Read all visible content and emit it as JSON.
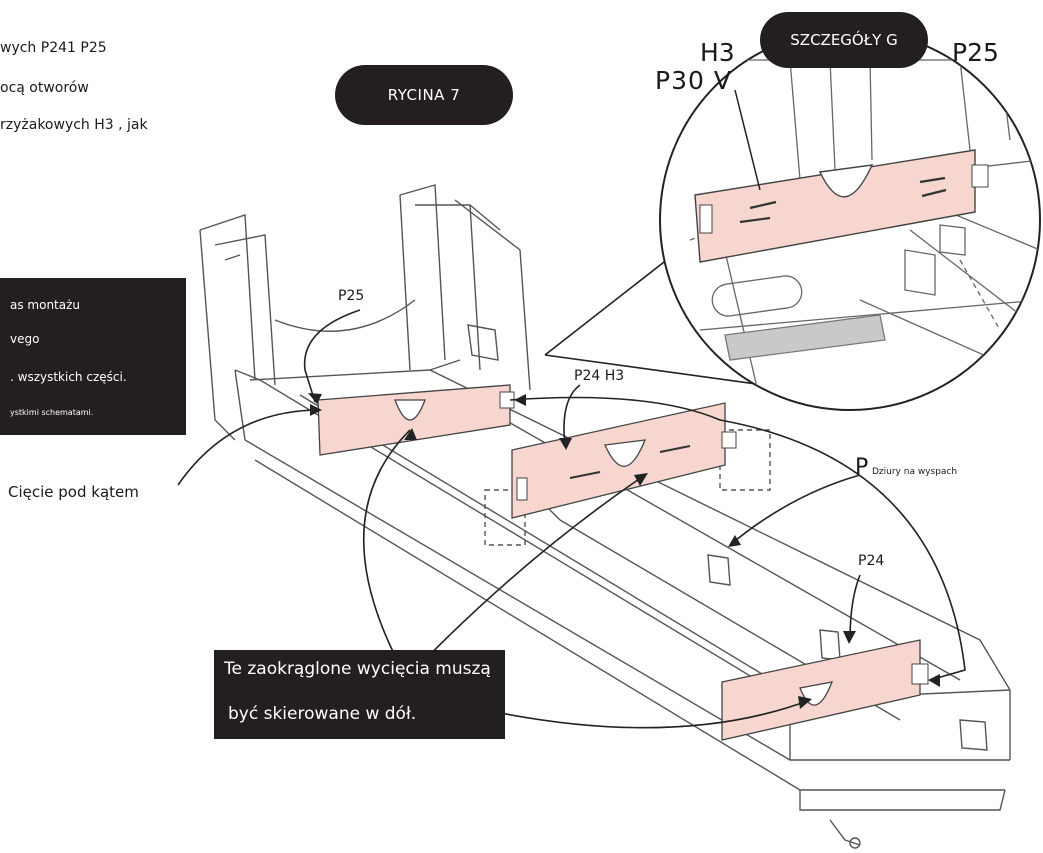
{
  "intro": {
    "line1": "wych P241 P25",
    "line2": "ocą otworów",
    "line3": "rzyżakowych H3 , jak"
  },
  "figure_badge": "RYCINA 7",
  "detail_badge": "SZCZEGÓŁY G",
  "detail_labels": {
    "h3": "H3",
    "p30v": "P30 V",
    "p25": "P25"
  },
  "note_box": {
    "line1": "as montażu",
    "line2": "vego",
    "line3": ". wszystkich części.",
    "line4": "ystkimi schematami."
  },
  "callouts": {
    "p25": "P25",
    "p24_h3": "P24 H3",
    "p24": "P24",
    "angle_cut": "Cięcie pod kątem",
    "holes_letter": "P",
    "holes": "Dziury na wyspach"
  },
  "warning": {
    "line1": "Te zaokrąglone wycięcia muszą",
    "line2": "być skierowane w dół."
  },
  "colors": {
    "panel": "#f6d6cf",
    "dark": "#231f20",
    "line": "#333333"
  }
}
